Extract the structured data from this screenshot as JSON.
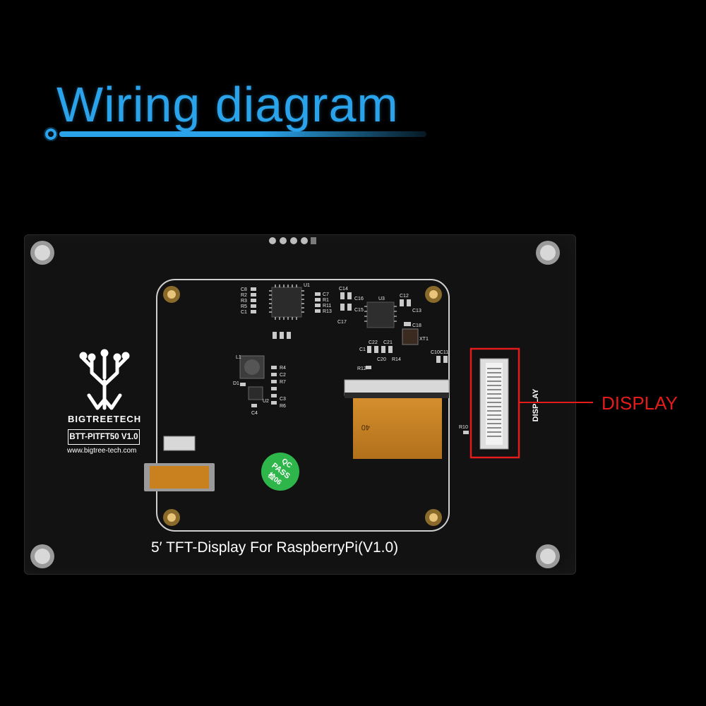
{
  "header": {
    "title": "Wiring diagram"
  },
  "board": {
    "brand": "BIGTREETECH",
    "model": "BTT-PITFT50 V1.0",
    "website": "www.bigtree-tech.com",
    "caption": "5′  TFT-Display For RaspberryPi(V1.0)",
    "qc_stamp_line1": "QC",
    "qc_stamp_line2": "PASS",
    "qc_stamp_line3": "检06",
    "ribbon_marking": "40",
    "connector_silkscreen": "DISPLAY",
    "component_labels": [
      "C8",
      "R2",
      "R3",
      "R5",
      "C1",
      "U1",
      "C7",
      "R1",
      "R11",
      "R13",
      "C14",
      "C16",
      "C15",
      "C17",
      "U3",
      "C12",
      "C13",
      "C18",
      "XT1",
      "C22",
      "C21",
      "C20",
      "R14",
      "C1",
      "R12",
      "C10C11",
      "L1",
      "D1",
      "U2",
      "R4",
      "C2",
      "R7",
      "C3",
      "R6",
      "C4",
      "R10"
    ]
  },
  "callout": {
    "label": "DISPLAY"
  },
  "colors": {
    "title_blue": "#2aa3ea",
    "callout_red": "#e31b1b",
    "board_black": "#121212",
    "qc_green": "#2fb64a",
    "ribbon_orange": "#c9801f"
  }
}
